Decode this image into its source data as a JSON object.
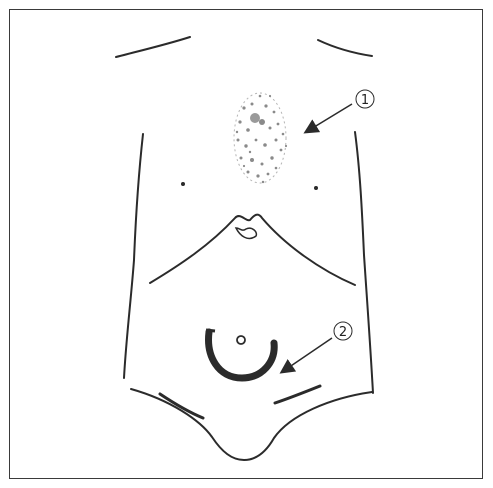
{
  "figure": {
    "callouts": [
      {
        "id": "1",
        "label": "①"
      },
      {
        "id": "2",
        "label": "②"
      }
    ],
    "colors": {
      "line": "#2b2b2b",
      "stipple": "#8a8a8a",
      "frame": "#3a3a3a",
      "background": "#ffffff"
    },
    "icons": {
      "arrow": "arrow-pointer-icon"
    }
  }
}
